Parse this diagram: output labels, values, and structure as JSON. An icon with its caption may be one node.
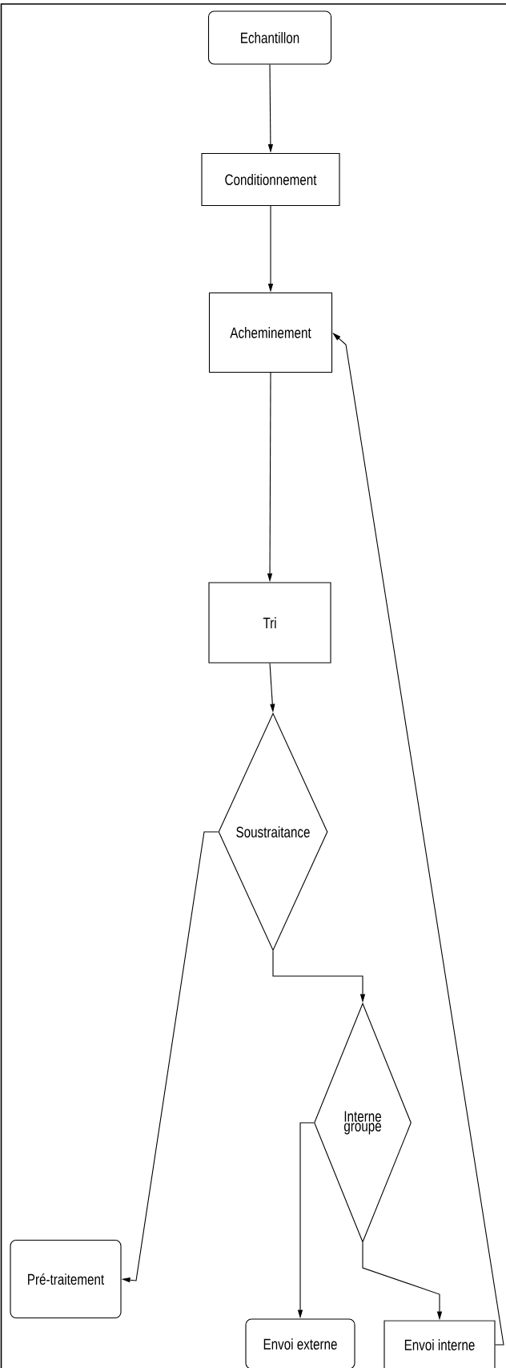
{
  "diagram": {
    "nodes": [
      {
        "text": [
          "Echantillon"
        ]
      },
      {
        "text": [
          "Conditionnement"
        ]
      },
      {
        "text": [
          "Acheminement"
        ]
      },
      {
        "text": [
          "Tri"
        ]
      },
      {
        "text": [
          "Soustraitance"
        ]
      },
      {
        "text": [
          "Interne groupe"
        ]
      },
      {
        "text": [
          "Pré-traitement"
        ]
      },
      {
        "text": [
          "Envoi externe"
        ]
      },
      {
        "text": [
          "Envoi interne"
        ]
      }
    ],
    "edges": [
      {
        "from": 0,
        "to": 1,
        "arrow": "to"
      },
      {
        "from": 1,
        "to": 2,
        "arrow": "to"
      },
      {
        "from": 2,
        "to": 3,
        "arrow": "to"
      },
      {
        "from": 3,
        "to": 4,
        "arrow": "to"
      },
      {
        "from": 4,
        "to": 6,
        "arrow": "to"
      },
      {
        "from": 4,
        "to": 5,
        "arrow": "to"
      },
      {
        "from": 5,
        "to": 7,
        "arrow": "to"
      },
      {
        "from": 5,
        "to": 8,
        "arrow": "to"
      },
      {
        "from": 8,
        "to": 2,
        "arrow": "to"
      }
    ]
  }
}
